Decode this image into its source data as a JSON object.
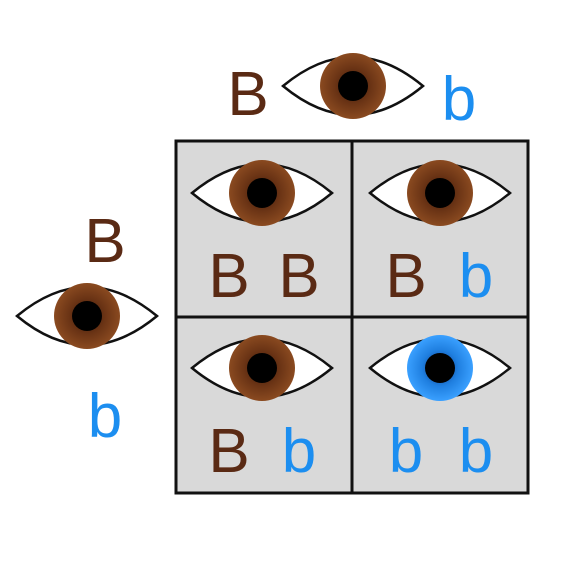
{
  "colors": {
    "brown_text": "#5a2a14",
    "blue_text": "#1c8ef0",
    "brown_iris": "#6b3415",
    "blue_iris": "#1f7fe0",
    "cell_fill": "#d9d9d9",
    "border": "#111111"
  },
  "top_parent": {
    "allele_left": "B",
    "allele_right": "b",
    "eye": "brown-eye-icon"
  },
  "left_parent": {
    "allele_top": "B",
    "allele_bottom": "b",
    "eye": "brown-eye-icon"
  },
  "cells": [
    {
      "alleles": [
        "B",
        "B"
      ],
      "eye": "brown-eye-icon"
    },
    {
      "alleles": [
        "B",
        "b"
      ],
      "eye": "brown-eye-icon"
    },
    {
      "alleles": [
        "B",
        "b"
      ],
      "eye": "brown-eye-icon"
    },
    {
      "alleles": [
        "b",
        "b"
      ],
      "eye": "blue-eye-icon"
    }
  ]
}
